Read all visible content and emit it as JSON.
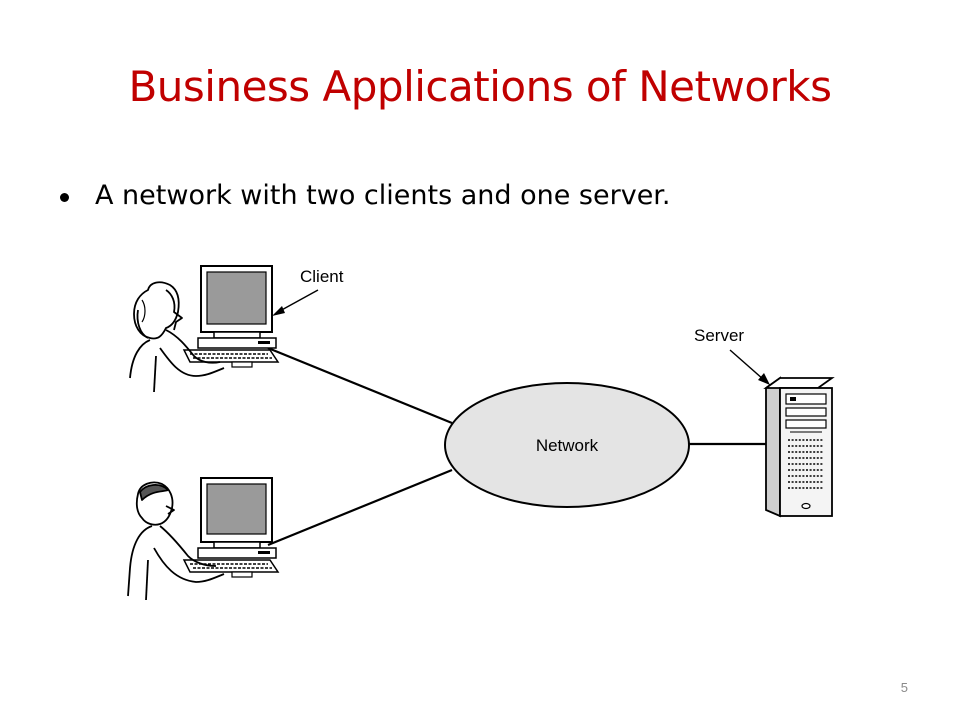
{
  "slide": {
    "title": "Business Applications of Networks",
    "bullet": "A network with two clients and one server.",
    "page_number": "5"
  },
  "diagram": {
    "client_label": "Client",
    "server_label": "Server",
    "network_label": "Network"
  },
  "colors": {
    "title": "#c00000",
    "network_fill": "#e4e4e4",
    "screen_fill": "#9a9a9a"
  }
}
